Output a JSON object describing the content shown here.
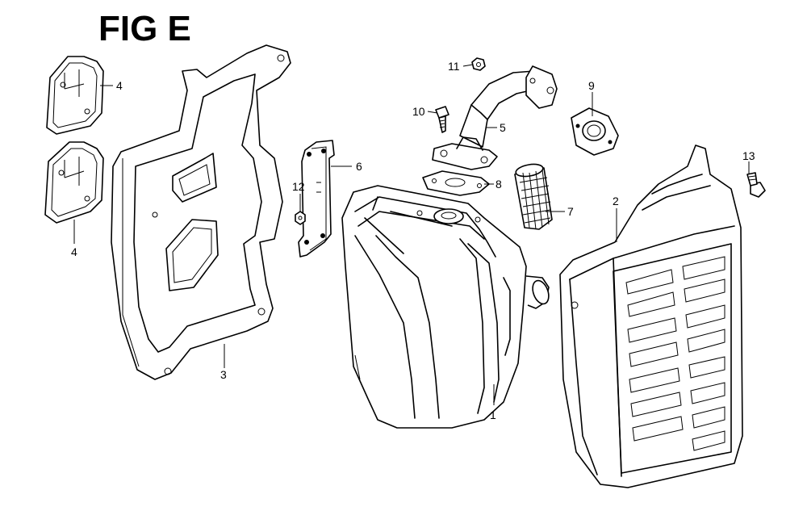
{
  "figure": {
    "title": "FIG E"
  },
  "callouts": [
    "1",
    "2",
    "3",
    "4",
    "4",
    "5",
    "6",
    "7",
    "8",
    "9",
    "10",
    "11",
    "12",
    "13"
  ],
  "parts": [
    "muffler",
    "muffler-protector",
    "heat-shield",
    "protector-plate",
    "protector-plate",
    "exhaust-pipe",
    "stay-bracket",
    "spark-arrester",
    "muffler-gasket",
    "exhaust-gasket",
    "flange-bolt",
    "flange-nut",
    "flange-nut",
    "flange-bolt"
  ]
}
